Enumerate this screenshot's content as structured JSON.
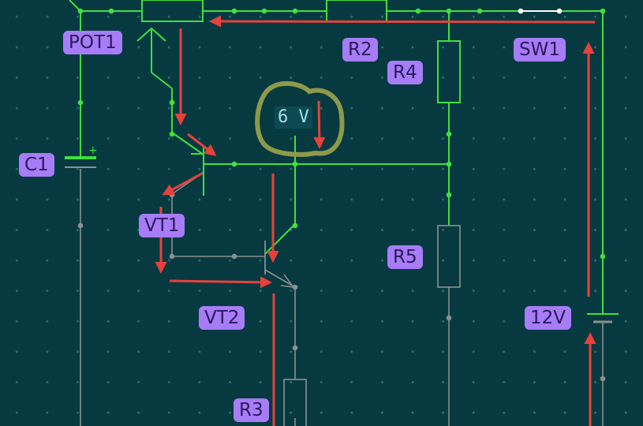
{
  "diagram": {
    "components": {
      "pot1": "POT1",
      "r2": "R2",
      "r4": "R4",
      "sw1": "SW1",
      "c1": "C1",
      "vt1": "VT1",
      "r5": "R5",
      "vt2": "VT2",
      "battery": "12V",
      "r3": "R3"
    },
    "measurement": "6 V",
    "capacitor_polarity": "+"
  },
  "colors": {
    "background": "#063a40",
    "active_wire": "#3fe03f",
    "inactive_wire": "#8a8f90",
    "current_arrow": "#e8413a",
    "label_badge": "#a77cf7",
    "highlight_circle": "#8e9a4a"
  }
}
